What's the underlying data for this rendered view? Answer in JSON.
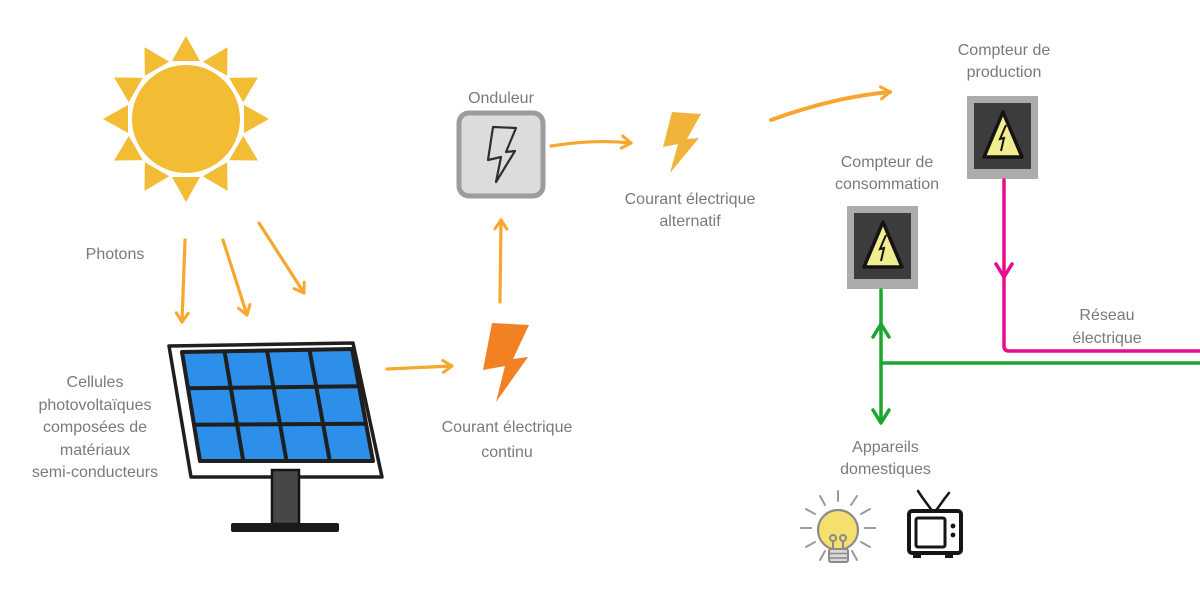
{
  "diagram": {
    "labels": {
      "photons": "Photons",
      "cells": "Cellules\nphotovoltaïques\ncomposées de\nmatériaux\nsemi-conducteurs",
      "inverter": "Onduleur",
      "dc_current": "Courant électrique\ncontinu",
      "ac_current": "Courant électrique\nalternatif",
      "production_meter": "Compteur de\nproduction",
      "consumption_meter": "Compteur de\nconsommation",
      "grid": "Réseau\nélectrique",
      "appliances": "Appareils\ndomestiques"
    },
    "icons": [
      "sun-icon",
      "photon-arrow-icon",
      "solar-panel-icon",
      "dc-bolt-icon",
      "inverter-icon",
      "ac-bolt-icon",
      "production-meter-icon",
      "consumption-meter-icon",
      "bulb-icon",
      "tv-icon"
    ],
    "colors": {
      "sun": "#F2BC35",
      "arrow": "#F7A62E",
      "dc_bolt": "#F28123",
      "ac_bolt": "#F2B33A",
      "panel_blue": "#2E8FEA",
      "panel_frame": "#1F1F1F",
      "inverter_fill": "#DCDCDC",
      "inverter_border": "#9C9C9C",
      "meter_outer": "#ACACAC",
      "meter_inner": "#3C3C3C",
      "warning_yellow": "#F1EE8F",
      "green_line": "#1CA52F",
      "pink_line": "#EA0B8C",
      "bulb_yellow": "#F6DF6D",
      "text": "#7A7A7A"
    }
  }
}
